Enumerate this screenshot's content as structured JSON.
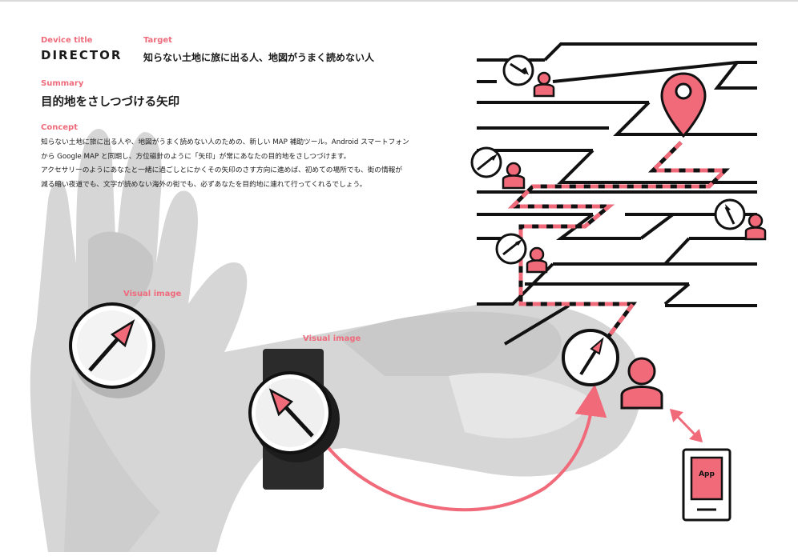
{
  "header": {
    "device_title_label": "Device title",
    "device_title": "DIRECTOR",
    "target_label": "Target",
    "target": "知らない土地に旅に出る人、地図がうまく読めない人"
  },
  "summary": {
    "label": "Summary",
    "text": "目的地をさしつづける矢印"
  },
  "concept": {
    "label": "Concept",
    "lines": [
      "知らない土地に旅に出る人や、地図がうまく読めない人のための、新しい MAP 補助ツール。Android スマートフォン",
      "から Google MAP と同期し、方位磁針のように「矢印」が常にあなたの目的地をさしつづけます。",
      "アクセサリーのようにあなたと一緒に過ごしとにかくその矢印のさす方向に進めば、初めての場所でも、街の情報が",
      "減る暗い夜道でも、文字が読めない海外の街でも、必ずあなたを目的地に連れて行ってくれるでしょう。"
    ]
  },
  "visual": {
    "palm_label": "Visual image",
    "watch_label": "Visual image",
    "app_label": "App"
  },
  "colors": {
    "accent": "#f06a7a",
    "ink": "#111111",
    "hand_gray": "#d4d4d4",
    "watch_band": "#2b2b2b"
  },
  "icons": [
    "compass-icon",
    "person-icon",
    "map-pin-icon",
    "smartphone-icon",
    "double-arrow-icon"
  ]
}
